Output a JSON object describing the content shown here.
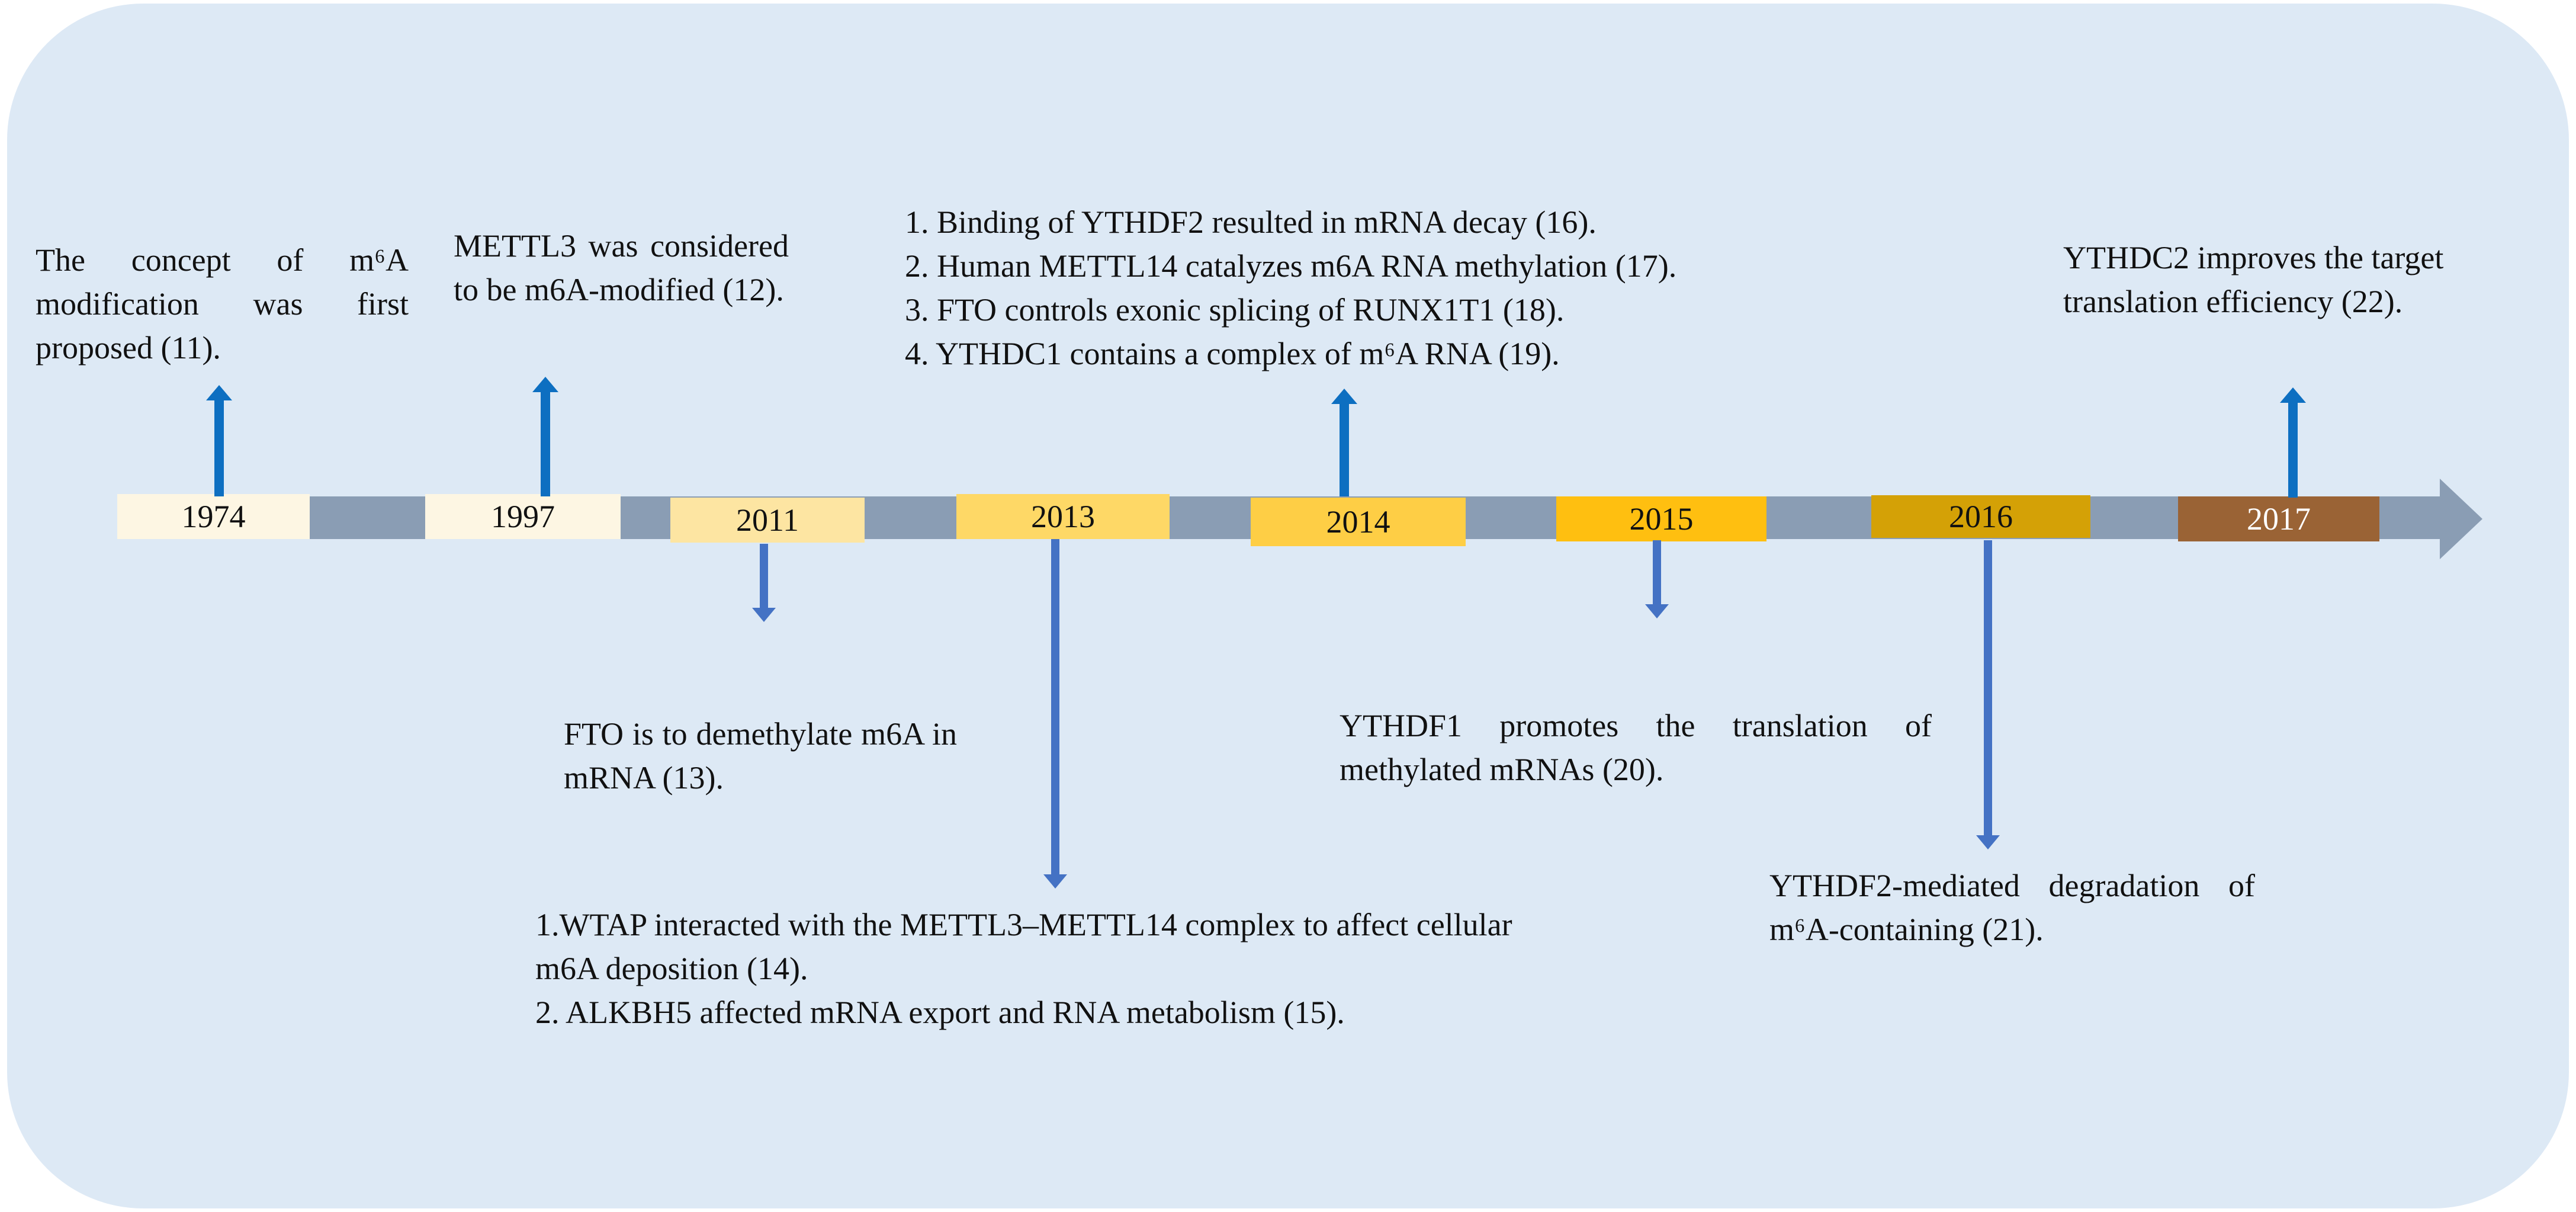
{
  "colors": {
    "panel": "#dde9f5",
    "axis": "#8a9db4",
    "arrow_up": "#0d6fc1",
    "arrow_down": "#4472c4"
  },
  "years": [
    {
      "label": "1974",
      "fill": "#fdf6e3",
      "text": "#111111"
    },
    {
      "label": "1997",
      "fill": "#fdf6e3",
      "text": "#111111"
    },
    {
      "label": "2011",
      "fill": "#fde5a2",
      "text": "#111111"
    },
    {
      "label": "2013",
      "fill": "#fed866",
      "text": "#111111"
    },
    {
      "label": "2014",
      "fill": "#fece45",
      "text": "#111111"
    },
    {
      "label": "2015",
      "fill": "#ffbf10",
      "text": "#111111"
    },
    {
      "label": "2016",
      "fill": "#d4a106",
      "text": "#111111"
    },
    {
      "label": "2017",
      "fill": "#9a6335",
      "text": "#ffffff"
    }
  ],
  "events": {
    "e1974": "The concept of m⁶A modification was first proposed (11).",
    "e1997": "METTL3 was considered to be m6A-modified (12).",
    "e2011": "FTO is to demethylate m6A in mRNA (13).",
    "e2013": [
      "1.WTAP interacted with the METTL3–METTL14 complex to affect cellular m6A deposition (14).",
      "2. ALKBH5 affected mRNA export and RNA metabolism (15)."
    ],
    "e2014": [
      "1. Binding of YTHDF2 resulted in mRNA decay (16).",
      "2. Human METTL14 catalyzes m6A RNA methylation (17).",
      "3. FTO controls exonic splicing of RUNX1T1 (18).",
      "4. YTHDC1 contains a complex of m⁶A RNA (19)."
    ],
    "e2015": "YTHDF1 promotes the translation of methylated mRNAs (20).",
    "e2016": "YTHDF2-mediated degradation of m⁶A-containing (21).",
    "e2017": "YTHDC2 improves the target translation efficiency (22)."
  }
}
